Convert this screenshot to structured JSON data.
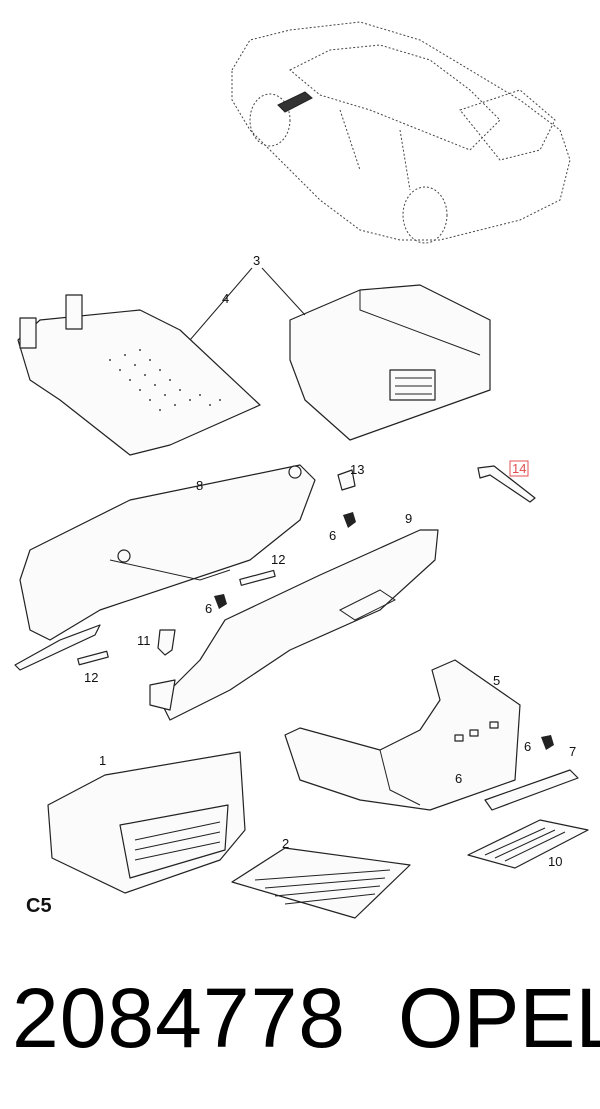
{
  "diagram": {
    "callouts": [
      "1",
      "2",
      "3",
      "4",
      "5",
      "6",
      "6",
      "6",
      "6",
      "7",
      "8",
      "9",
      "10",
      "11",
      "12",
      "12",
      "13",
      "14"
    ],
    "highlighted_callout": "14",
    "highlight_color": "#e05050",
    "code_label": "C5"
  },
  "footer": {
    "part_number": "2084778",
    "brand": "OPEL"
  }
}
